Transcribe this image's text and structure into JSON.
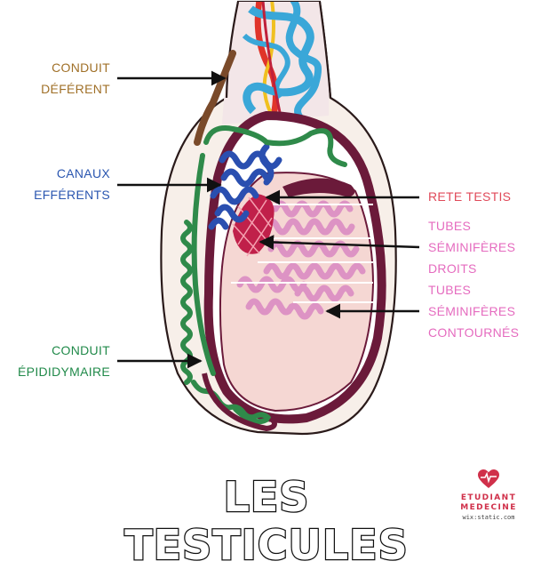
{
  "title": "LES TESTICULES",
  "labels": {
    "conduit_deferent": [
      "CONDUIT",
      "DÉFÉRENT"
    ],
    "canaux_efferents": [
      "CANAUX",
      "EFFÉRENTS"
    ],
    "conduit_epididymaire": [
      "CONDUIT",
      "ÉPIDIDYMAIRE"
    ],
    "rete_testis": [
      "RETE TESTIS"
    ],
    "tubes_droits": [
      "TUBES",
      "SÉMINIFÈRES",
      "DROITS"
    ],
    "tubes_contournes": [
      "TUBES",
      "SÉMINIFÈRES",
      "CONTOURNÉS"
    ]
  },
  "logo": {
    "line1": "ETUDIANT",
    "line2": "MEDECINE",
    "watermark": "wix:static.com"
  },
  "colors": {
    "deferent_label": "#a07028",
    "efferent_label": "#2a56b0",
    "epididymal_label": "#218a4a",
    "rete_label": "#e04a5a",
    "seminiferous_label": "#e56bbf",
    "capsule": "#6b1a3a",
    "duct_green": "#2f8a4a",
    "efferent_blue": "#2a4fb0",
    "rete_red": "#c0204a",
    "tubule_pink": "#dd93c4",
    "vessel_blue": "#3aa7d8",
    "artery_red": "#e0342a",
    "logo_red": "#d0304a"
  }
}
